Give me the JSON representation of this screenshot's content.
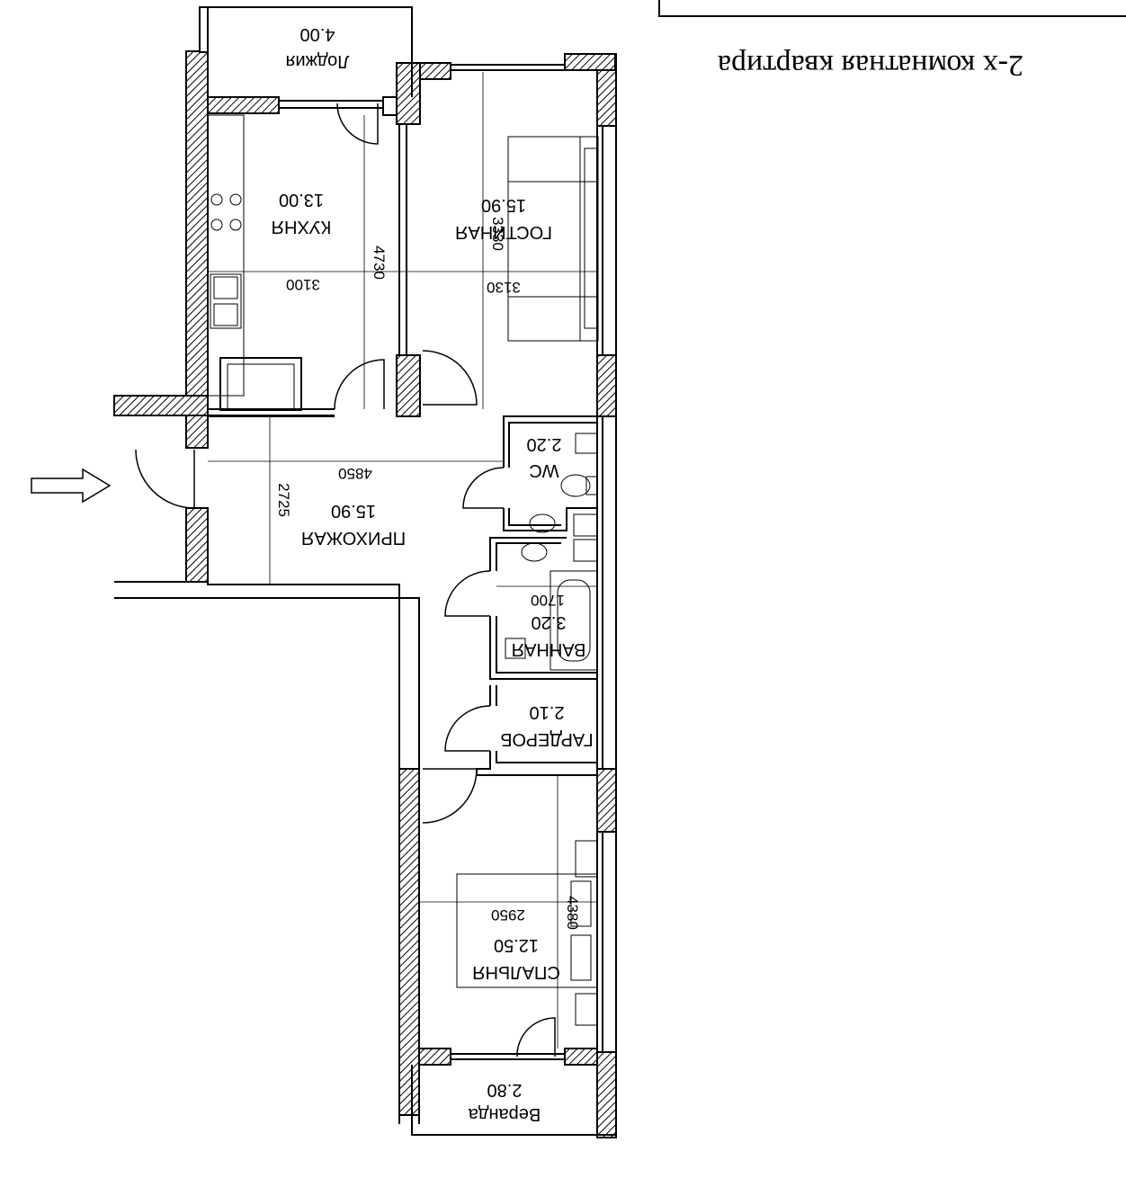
{
  "plan": {
    "title": "2-х комнатная квартира",
    "mirrored": true,
    "rooms": [
      {
        "id": "loggia",
        "name": "Лоджия",
        "area": "4.00"
      },
      {
        "id": "kitchen",
        "name": "КУХНЯ",
        "area": "13.00"
      },
      {
        "id": "living",
        "name": "ГОСТИНАЯ",
        "area": "15.90"
      },
      {
        "id": "hall",
        "name": "ПРИХОЖАЯ",
        "area": "15.90"
      },
      {
        "id": "wc",
        "name": "WC",
        "area": "2.20"
      },
      {
        "id": "bath",
        "name": "ВАННАЯ",
        "area": "3.20"
      },
      {
        "id": "wardrobe",
        "name": "ГАРДЕРОБ",
        "area": "2.10"
      },
      {
        "id": "bedroom",
        "name": "СПАЛЬНЯ",
        "area": "12.50"
      },
      {
        "id": "veranda",
        "name": "Веранда",
        "area": "2.80"
      }
    ],
    "dimensions": {
      "kitchen_width": "3100",
      "kitchen_depth": "4730",
      "living_width": "3130",
      "living_depth": "3330",
      "hall_length": "4850",
      "hall_width": "2725",
      "bath_width": "1700",
      "bedroom_width": "2950",
      "bedroom_depth": "4380"
    },
    "colors": {
      "line": "#000000",
      "wall_hatch": "#000000",
      "background": "#ffffff"
    },
    "icons": [
      "entry-arrow-icon",
      "stove-icon",
      "sink-icon",
      "toilet-icon",
      "washbasin-icon",
      "bathtub-icon",
      "sofa-icon",
      "bed-icon"
    ]
  }
}
